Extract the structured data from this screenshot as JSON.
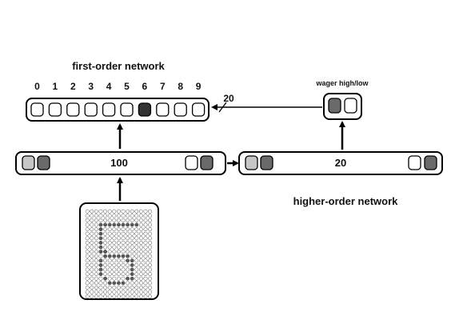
{
  "first_order": {
    "title": "first-order network",
    "digits": [
      "0",
      "1",
      "2",
      "3",
      "4",
      "5",
      "6",
      "7",
      "8",
      "9"
    ],
    "active_digit": "6",
    "hidden_units": "100"
  },
  "connection": {
    "label": "20"
  },
  "higher_order": {
    "title": "higher-order network",
    "hidden_units": "20",
    "wager_label": "wager high/low"
  },
  "input_grid": {
    "rows": 20,
    "cols": 15,
    "pattern": [
      "...............",
      "..............",
      "..............",
      "...#########...",
      "...#...........",
      "...#...........",
      "...#...........",
      "...#...........",
      "...#...........",
      "...##..........",
      "....######.....",
      "...#.....##....",
      "...#......#....",
      "...#......#....",
      "...#......#....",
      "....#....##....",
      ".....####......",
      "...............",
      "...............",
      "..............."
    ]
  },
  "colors": {
    "active_unit": "#333333",
    "dark_unit": "#6a6a6a",
    "light_unit": "#c6c6c6",
    "empty_unit": "#ffffff",
    "stroke": "#000000",
    "grid_on": "#5a5a5a",
    "grid_off": "#ffffff"
  }
}
